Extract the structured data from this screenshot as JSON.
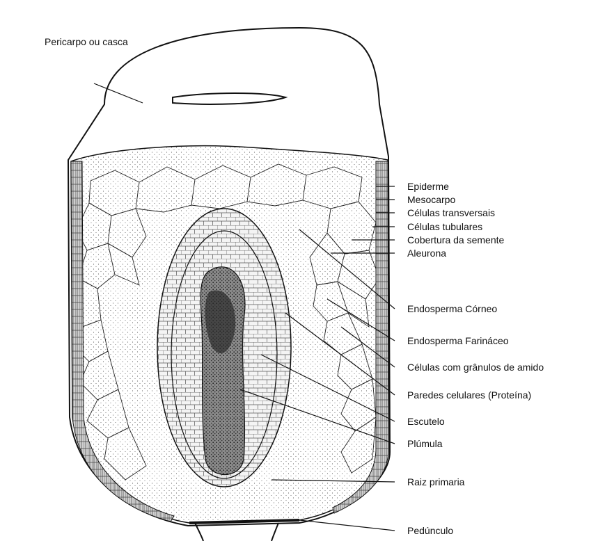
{
  "labels": {
    "pericarpo": "Pericarpo ou casca",
    "epiderme": "Epiderme",
    "mesocarpo": "Mesocarpo",
    "transversais": "Células transversais",
    "tubulares": "Células tubulares",
    "cobertura": "Cobertura da semente",
    "aleurona": "Aleurona",
    "corneo": "Endosperma Córneo",
    "farinaceo": "Endosperma Farináceo",
    "amido": "Células com grânulos de amido",
    "paredes": "Paredes celulares (Proteína)",
    "escutelo": "Escutelo",
    "plumula": "Plúmula",
    "raiz": "Raiz primaria",
    "pedunculo": "Pedúnculo"
  },
  "colors": {
    "ink": "#111111",
    "background": "#ffffff",
    "ghost_text": "#d9d9d9"
  }
}
